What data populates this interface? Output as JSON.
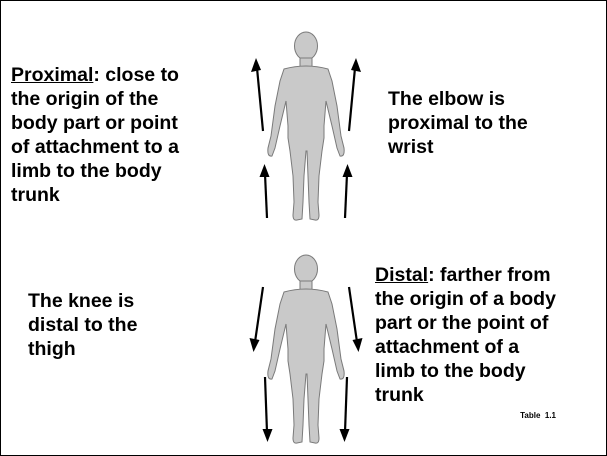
{
  "proximal": {
    "term": "Proximal",
    "definition_lines": [
      ": close to",
      "the origin of the",
      "body part or point",
      "of attachment to a",
      "limb to the body",
      "trunk"
    ],
    "example_lines": [
      "The elbow is",
      "proximal to the",
      "wrist"
    ]
  },
  "distal": {
    "term": "Distal",
    "definition_lines": [
      ": farther from",
      "the origin of a body",
      "part or the point of",
      "attachment of a",
      "limb to the body",
      "trunk"
    ],
    "example_lines": [
      "The knee is",
      "distal to the",
      "thigh"
    ]
  },
  "figure_color": "#c9c9c9",
  "arrow_color": "#000000",
  "table_ref": "Table  1.1"
}
